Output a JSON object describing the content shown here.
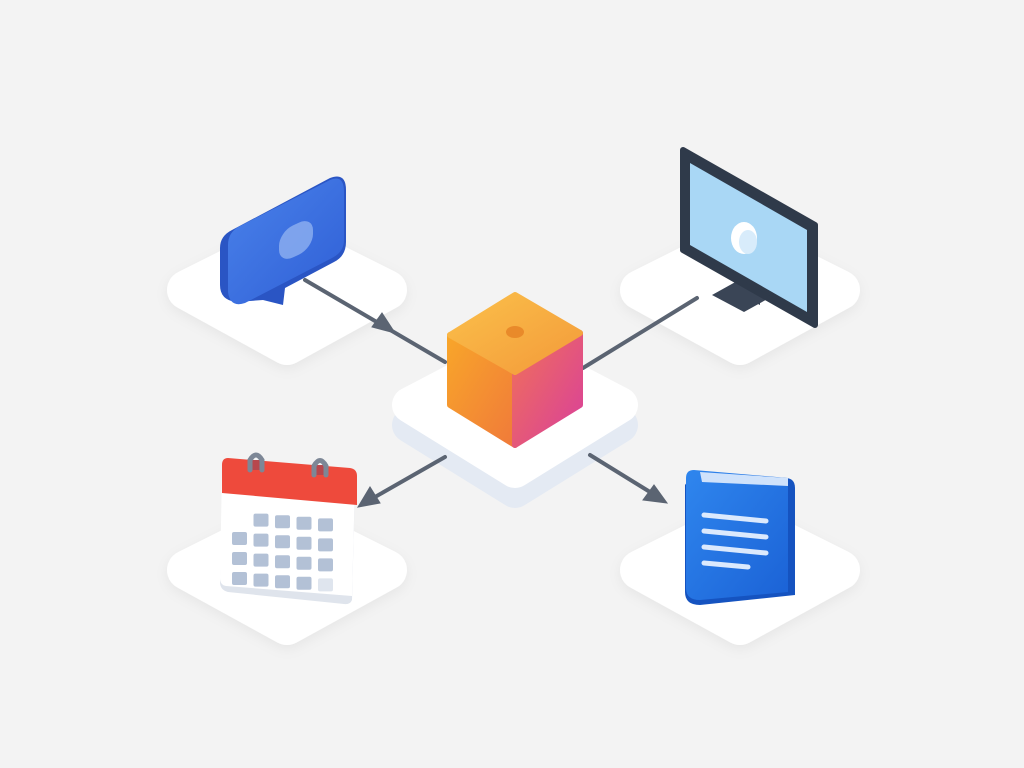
{
  "colors": {
    "background": "#f3f3f3",
    "platform": "#ffffff",
    "connector": "#5b6472",
    "hub_top": "#f7b23b",
    "hub_left": "#f59a2a",
    "hub_right": "#e4517e",
    "chat": "#3a6fe0",
    "monitor_frame": "#2f3a4a",
    "monitor_screen": "#a9d7f5",
    "calendar_header": "#ee4a3c",
    "calendar_cells": "#b3c1d6",
    "book": "#1f6fe0"
  },
  "nodes": [
    {
      "id": "hub",
      "icon": "cube-icon"
    },
    {
      "id": "chat",
      "icon": "chat-bubble-icon"
    },
    {
      "id": "monitor",
      "icon": "monitor-icon"
    },
    {
      "id": "calendar",
      "icon": "calendar-icon"
    },
    {
      "id": "document",
      "icon": "book-document-icon"
    }
  ],
  "connections": [
    {
      "from": "chat",
      "to": "hub",
      "arrow": true
    },
    {
      "from": "hub",
      "to": "monitor",
      "arrow": false
    },
    {
      "from": "hub",
      "to": "calendar",
      "arrow": true
    },
    {
      "from": "hub",
      "to": "document",
      "arrow": true
    }
  ]
}
